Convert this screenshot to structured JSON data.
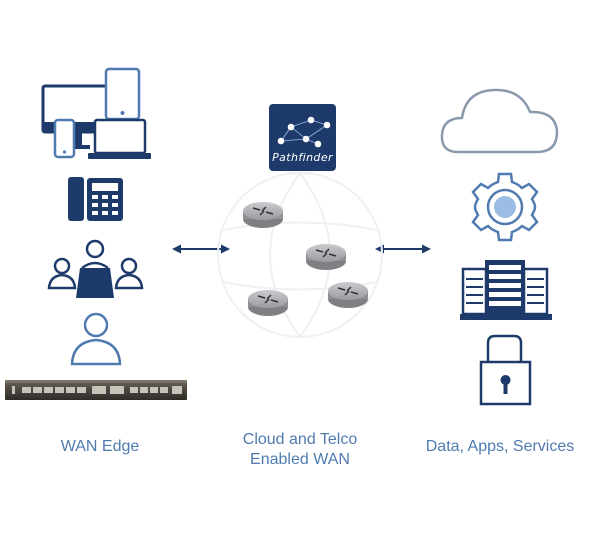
{
  "columns": {
    "left": {
      "label": "WAN Edge"
    },
    "middle": {
      "label_line1": "Cloud and Telco",
      "label_line2": "Enabled WAN"
    },
    "right": {
      "label": "Data, Apps, Services"
    }
  },
  "pathfinder": {
    "logo_text": "Pathfinder"
  },
  "colors": {
    "navy": "#1e3a6b",
    "light_blue": "#4f7bb0",
    "pale_blue": "#9bbce3",
    "cloud_outline": "#8a9aac",
    "router_gray": "#8d8f93",
    "caption": "#4f7bb0"
  },
  "icons": {
    "left": [
      "devices-icon",
      "desk-phone-icon",
      "meeting-group-icon",
      "user-icon",
      "network-appliance-icon"
    ],
    "right": [
      "cloud-icon",
      "gear-icon",
      "server-rack-icon",
      "padlock-icon"
    ],
    "middle": [
      "pathfinder-logo",
      "router-icon",
      "router-icon",
      "router-icon",
      "router-icon"
    ]
  }
}
